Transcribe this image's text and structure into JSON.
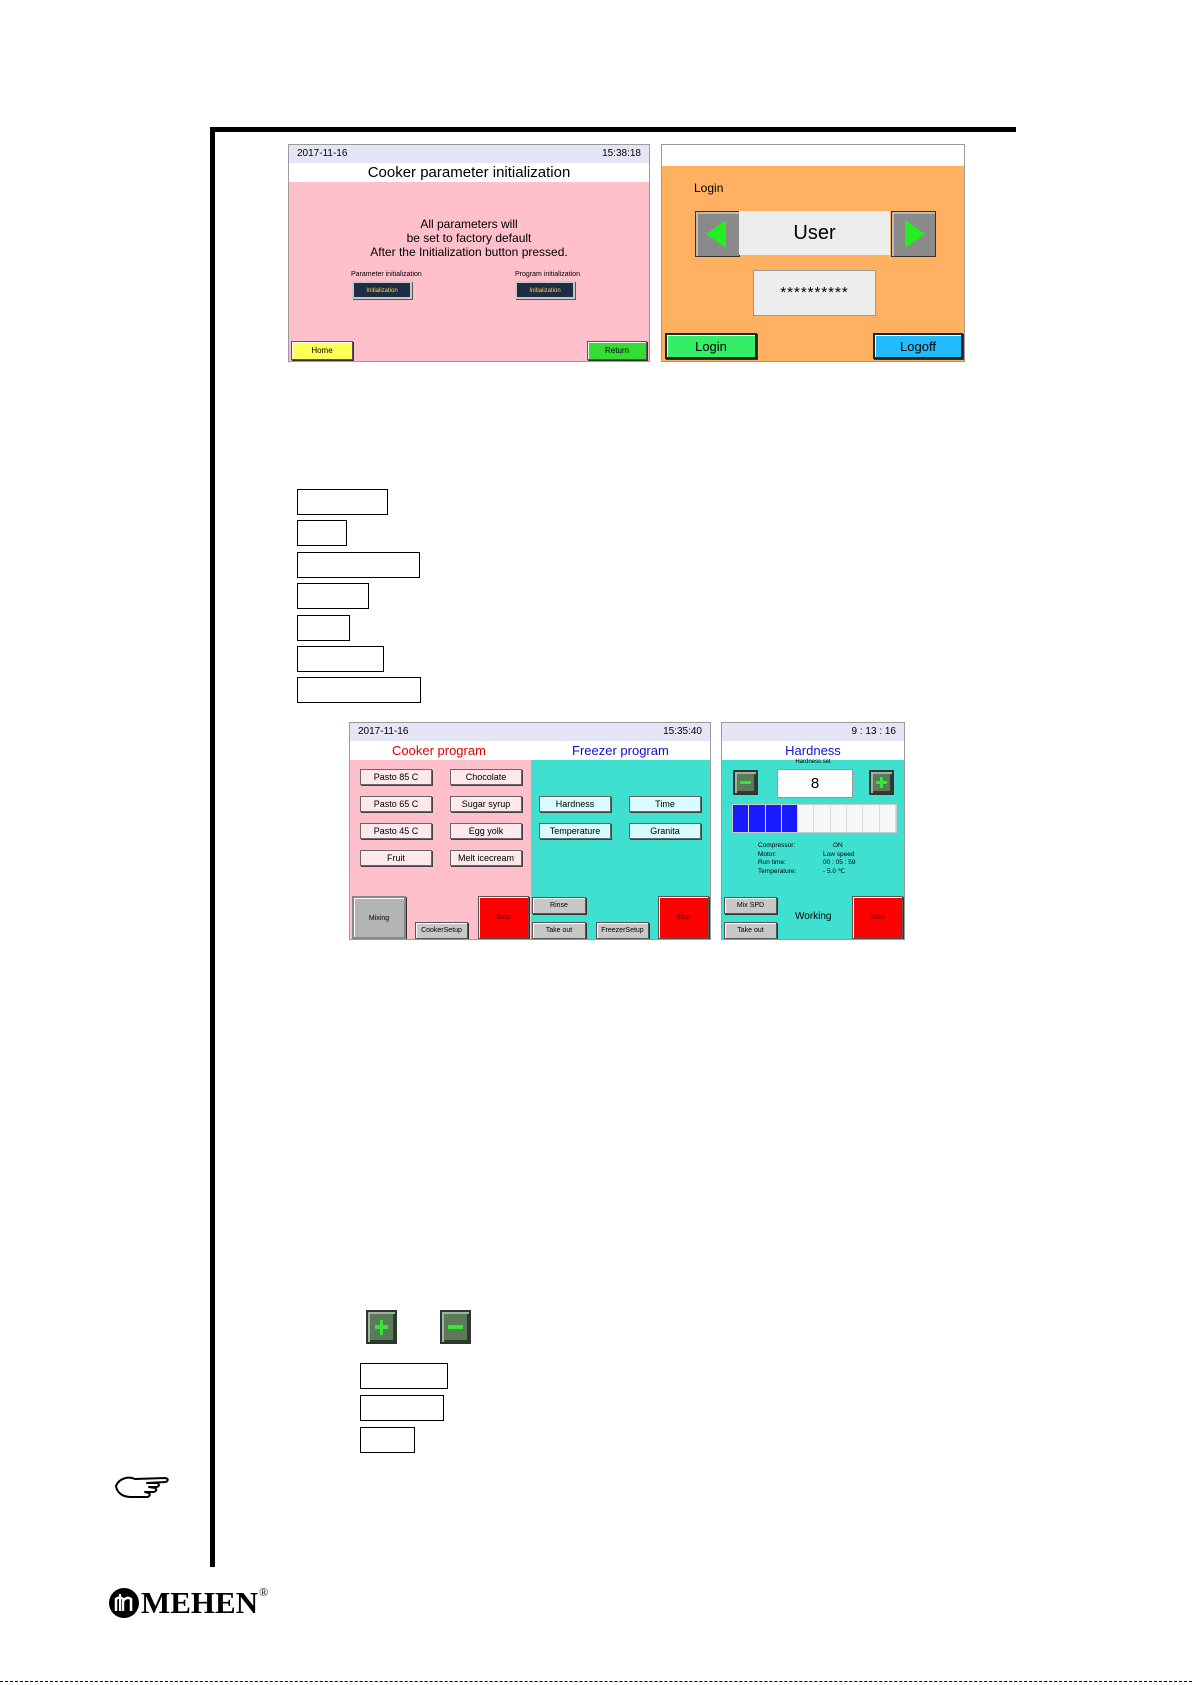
{
  "screen1": {
    "date": "2017-11-16",
    "time": "15:38:18",
    "title": "Cooker parameter initialization",
    "message": [
      "All parameters will",
      "be set to factory default",
      "After the Initialization button pressed."
    ],
    "param_label": "Parameter initialization",
    "program_label": "Program initialization",
    "init_button": "Initialization",
    "home_button": "Home",
    "return_button": "Return"
  },
  "screen2": {
    "login_label": "Login",
    "user_value": "User",
    "password_value": "**********",
    "login_button": "Login",
    "logoff_button": "Logoff"
  },
  "screen3": {
    "date": "2017-11-16",
    "time": "15:35:40",
    "cooker_title": "Cooker program",
    "freezer_title": "Freezer program",
    "cooker_buttons": [
      "Pasto 85 C",
      "Chocolate",
      "Pasto 65 C",
      "Sugar syrup",
      "Pasto 45 C",
      "Egg yolk",
      "Fruit",
      "Melt icecream"
    ],
    "freezer_buttons": [
      "Hardness",
      "Time",
      "Temperature",
      "Granita"
    ],
    "mixing_button": "Mixing",
    "cooker_setup_button": "CookerSetup",
    "stop_button": "Stop",
    "rinse_button": "Rinse",
    "take_out_button": "Take out",
    "freezer_setup_button": "FreezerSetup"
  },
  "screen4": {
    "time": "9 : 13 : 16",
    "title": "Hardness",
    "hardness_set_label": "Hardness set",
    "hardness_value": "8",
    "hardness_level": 0.4,
    "status_labels": [
      "Compressor:",
      "Motor:",
      "Run time:",
      "Temperature:"
    ],
    "status_values": [
      "ON",
      "Low speed",
      "00 : 05 : 59",
      "- 5.0  ℃"
    ],
    "mix_spd_button": "Mix SPD",
    "take_out_button": "Take out",
    "working_label": "Working",
    "stop_button": "Stop"
  },
  "brand": {
    "logo_text": "MEHEN",
    "registered": "®"
  },
  "colors": {
    "pink": "#ffc0cb",
    "orange": "#ffb060",
    "turquoise": "#40e0d0",
    "stop_red": "#ff0000",
    "blue_bar": "#1a1aff"
  }
}
